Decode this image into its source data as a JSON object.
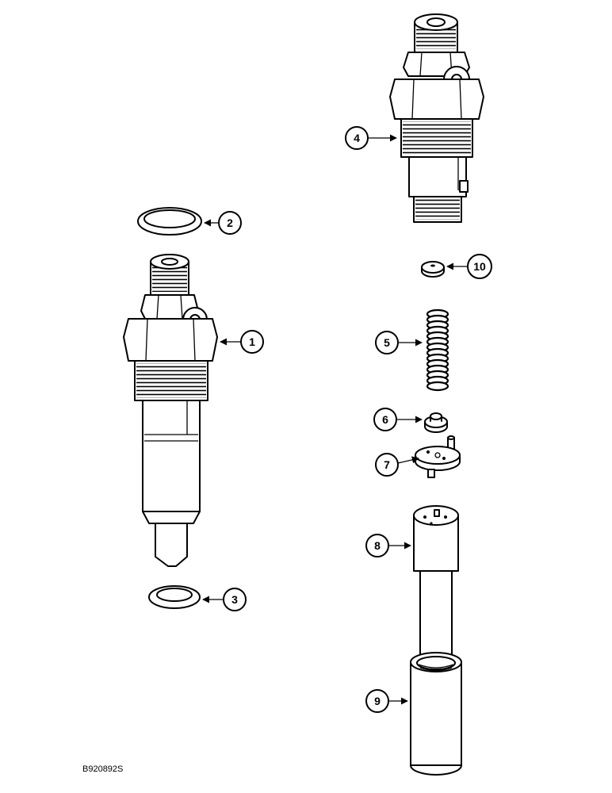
{
  "figure": {
    "reference_code": "B920892S"
  },
  "callouts": [
    {
      "id": "1",
      "label": "1"
    },
    {
      "id": "2",
      "label": "2"
    },
    {
      "id": "3",
      "label": "3"
    },
    {
      "id": "4",
      "label": "4"
    },
    {
      "id": "5",
      "label": "5"
    },
    {
      "id": "6",
      "label": "6"
    },
    {
      "id": "7",
      "label": "7"
    },
    {
      "id": "8",
      "label": "8"
    },
    {
      "id": "9",
      "label": "9"
    },
    {
      "id": "10",
      "label": "10"
    }
  ]
}
